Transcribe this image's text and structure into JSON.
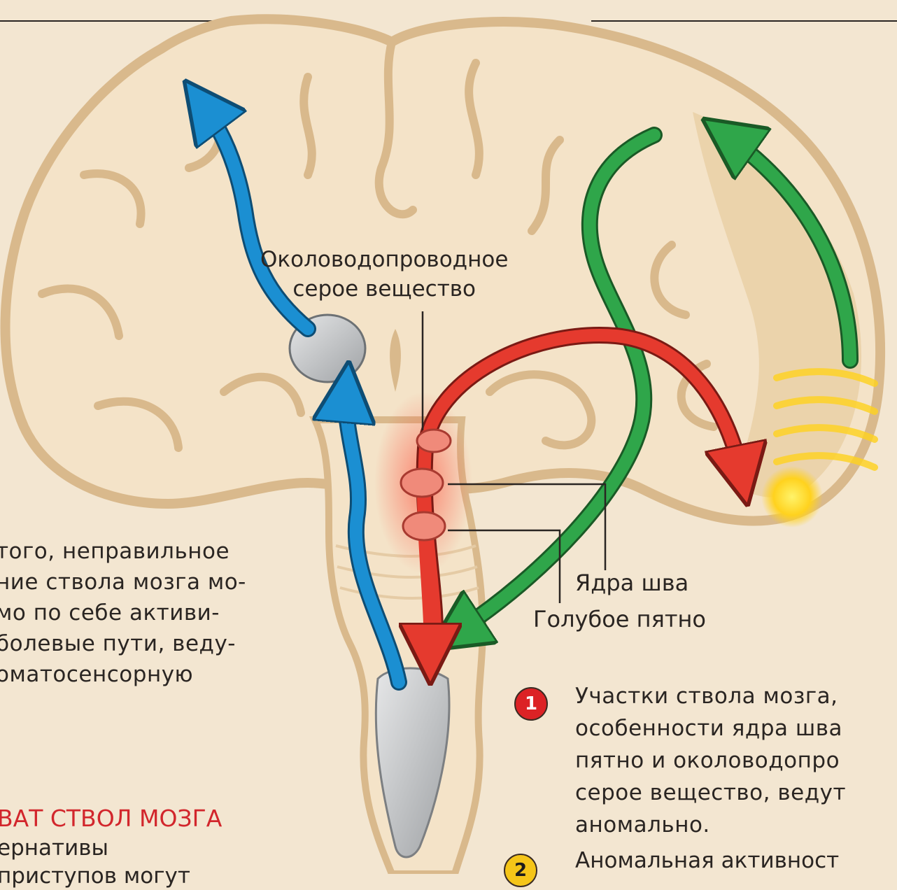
{
  "colors": {
    "background": "#f3e6d1",
    "brain_tissue": "#f4e3c8",
    "brain_outline": "#d9b98c",
    "pain_path_red": "#e53a2e",
    "descending_path_green": "#2fa64a",
    "ascending_path_blue": "#1b8fd2",
    "thalamus_gray": "#c4c6c8",
    "pain_focus_yellow": "#ffd21e"
  },
  "labels": {
    "pag_line1": "Околоводопроводное",
    "pag_line2": "серое вещество",
    "raphe_nuclei": "Ядра шва",
    "locus_coeruleus": "Голубое пятно"
  },
  "left_text": {
    "lines": [
      "того, неправильное",
      "ние ствола мозга мо-",
      "мо по себе активи-",
      "болевые пути, веду-",
      "оматосенсорную"
    ]
  },
  "section_title": "ВАТ СТВОЛ МОЗГА",
  "alt_text": {
    "lines": [
      "ернативы",
      "приступов могут"
    ]
  },
  "items": [
    {
      "badge": "1",
      "badge_color": "#dc2225",
      "lines": [
        "Участки ствола мозга,",
        "особенности ядра шва",
        "пятно и околоводопро",
        "серое вещество, ведут",
        "аномально."
      ]
    },
    {
      "badge": "2",
      "badge_color": "#f5c518",
      "lines": [
        "Аномальная активност"
      ]
    }
  ]
}
